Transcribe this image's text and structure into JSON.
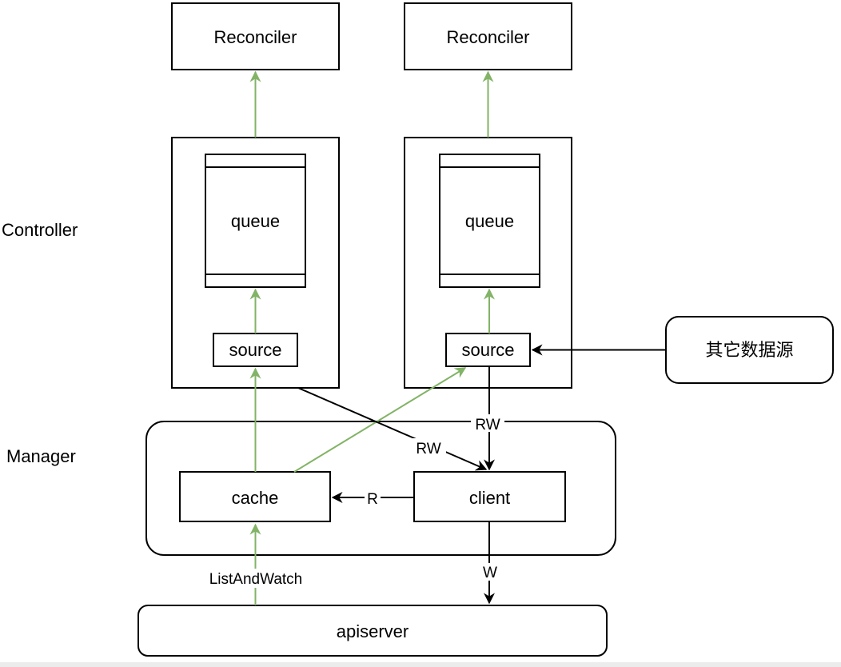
{
  "colors": {
    "green": "#82b366",
    "black": "#000000"
  },
  "sections": {
    "controller": "Controller",
    "manager": "Manager"
  },
  "nodes": {
    "reconciler1": "Reconciler",
    "reconciler2": "Reconciler",
    "queue1": "queue",
    "queue2": "queue",
    "source1": "source",
    "source2": "source",
    "other_sources": "其它数据源",
    "cache": "cache",
    "client": "client",
    "apiserver": "apiserver"
  },
  "edges": {
    "rw_controller1_client": "RW",
    "rw_source2_client": "RW",
    "r_client_cache": "R",
    "w_client_apiserver": "W",
    "list_and_watch": "ListAndWatch"
  }
}
